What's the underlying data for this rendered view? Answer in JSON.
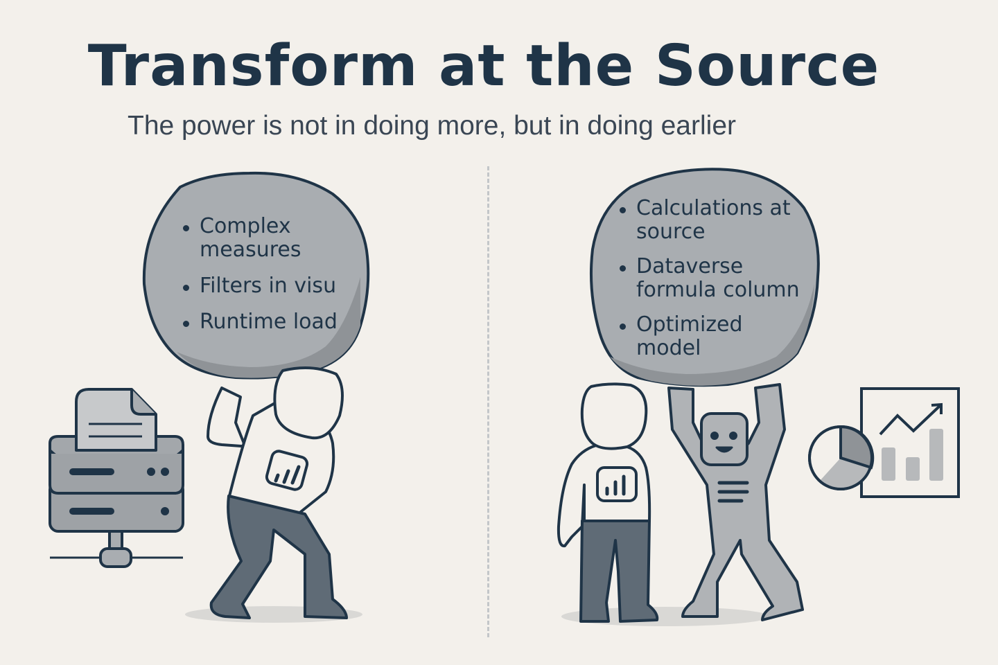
{
  "header": {
    "title": "Transform at the Source",
    "subtitle": "The power is not in doing more, but in doing earlier"
  },
  "left_panel": {
    "boulder_items": [
      "Complex measures",
      "Filters in visu",
      "Runtime load"
    ],
    "figure": "person-straining-under-boulder",
    "icons": [
      "server-with-document-icon",
      "bar-chart-badge-icon"
    ]
  },
  "right_panel": {
    "boulder_items": [
      "Calculations at source",
      "Dataverse formula column",
      "Optimized model"
    ],
    "figures": [
      "person-standing",
      "smiling-robot-lifting-boulder"
    ],
    "icons": [
      "pie-chart-icon",
      "trend-report-icon",
      "bar-chart-badge-icon"
    ]
  },
  "colors": {
    "background": "#f3f0eb",
    "ink": "#1f3447",
    "boulder": "#a9adb1",
    "pants": "#5f6b76",
    "robot": "#b0b3b6",
    "divider": "#c3c6c9"
  }
}
